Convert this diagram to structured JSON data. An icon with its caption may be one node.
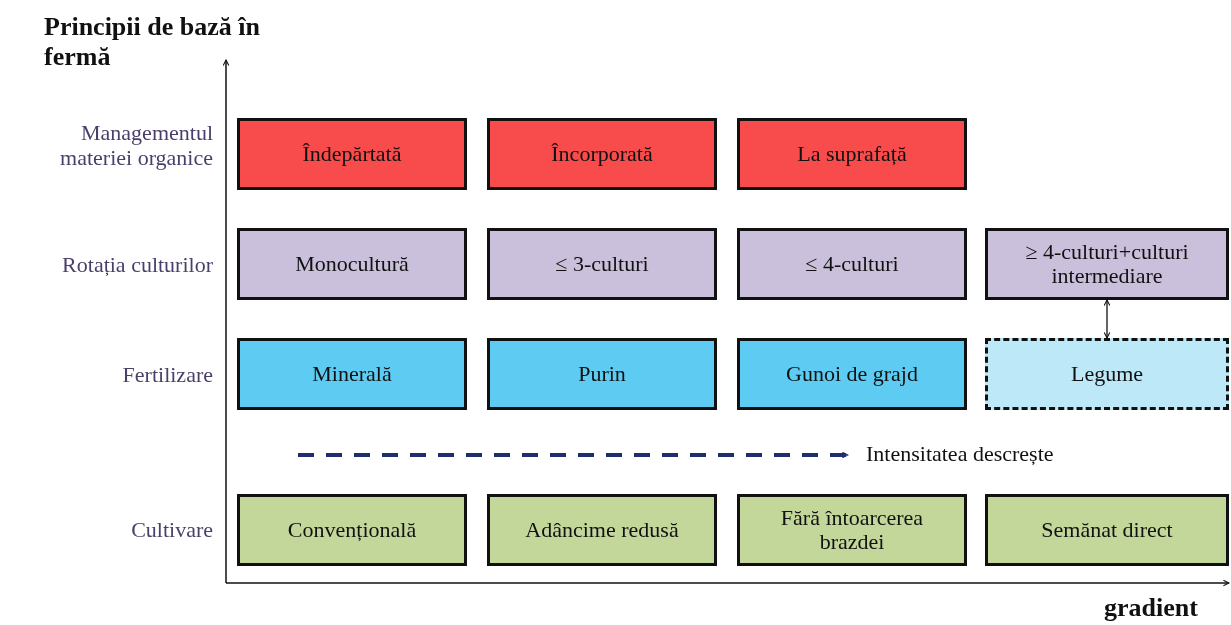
{
  "diagram": {
    "nodes": [
      {
        "text": [
          "Îndepărtată"
        ]
      },
      {
        "text": [
          "Încorporată"
        ]
      },
      {
        "text": [
          "La suprafață"
        ]
      },
      {
        "text": [
          "Monocultură"
        ]
      },
      {
        "text": [
          "≤ 3-culturi"
        ]
      },
      {
        "text": [
          "≤ 4-culturi"
        ]
      },
      {
        "text": [
          "≥ 4-culturi+culturi intermediare"
        ]
      },
      {
        "text": [
          "Minerală"
        ]
      },
      {
        "text": [
          "Purin"
        ]
      },
      {
        "text": [
          "Gunoi de grajd"
        ]
      },
      {
        "text": [
          "Legume"
        ]
      },
      {
        "text": [
          "Convențională"
        ]
      },
      {
        "text": [
          "Adâncime redusă"
        ]
      },
      {
        "text": [
          "Fără întoarcerea brazdei"
        ]
      },
      {
        "text": [
          "Semănat direct"
        ]
      }
    ],
    "edges": [
      {
        "from": 6,
        "to": 10,
        "arrow": "both"
      }
    ],
    "labels": [
      "Principii de bază în fermă",
      "Managementul materiei organice",
      "Rotația culturilor",
      "Fertilizare",
      "Intensitatea descrește",
      "Cultivare",
      "gradient"
    ]
  }
}
